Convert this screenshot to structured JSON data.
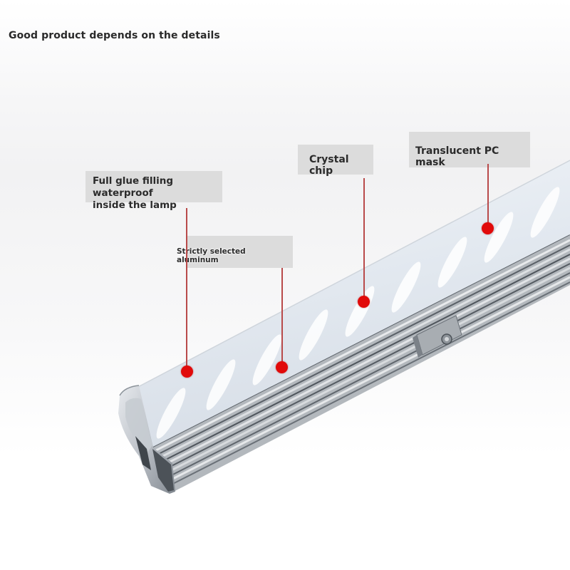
{
  "headline": "Good product depends on the details",
  "product": {
    "type": "LED linear wall washer lamp",
    "icon": "lamp-bar-illustration"
  },
  "callouts": [
    {
      "label_line1": "Full glue filling waterproof",
      "label_line2": "inside the lamp",
      "marker": "red-dot"
    },
    {
      "label": "Strictly selected aluminum",
      "marker": "red-dot"
    },
    {
      "label": "Crystal chip",
      "marker": "red-dot"
    },
    {
      "label": "Translucent PC mask",
      "marker": "red-dot"
    }
  ],
  "colors": {
    "marker": "#e10a0a",
    "leader_line": "#b94a4a",
    "label_bg": "#dcdcdc",
    "label_text": "#2b2b2b",
    "diffuser": "#e8edf3",
    "aluminum": "#9ea3a8"
  }
}
